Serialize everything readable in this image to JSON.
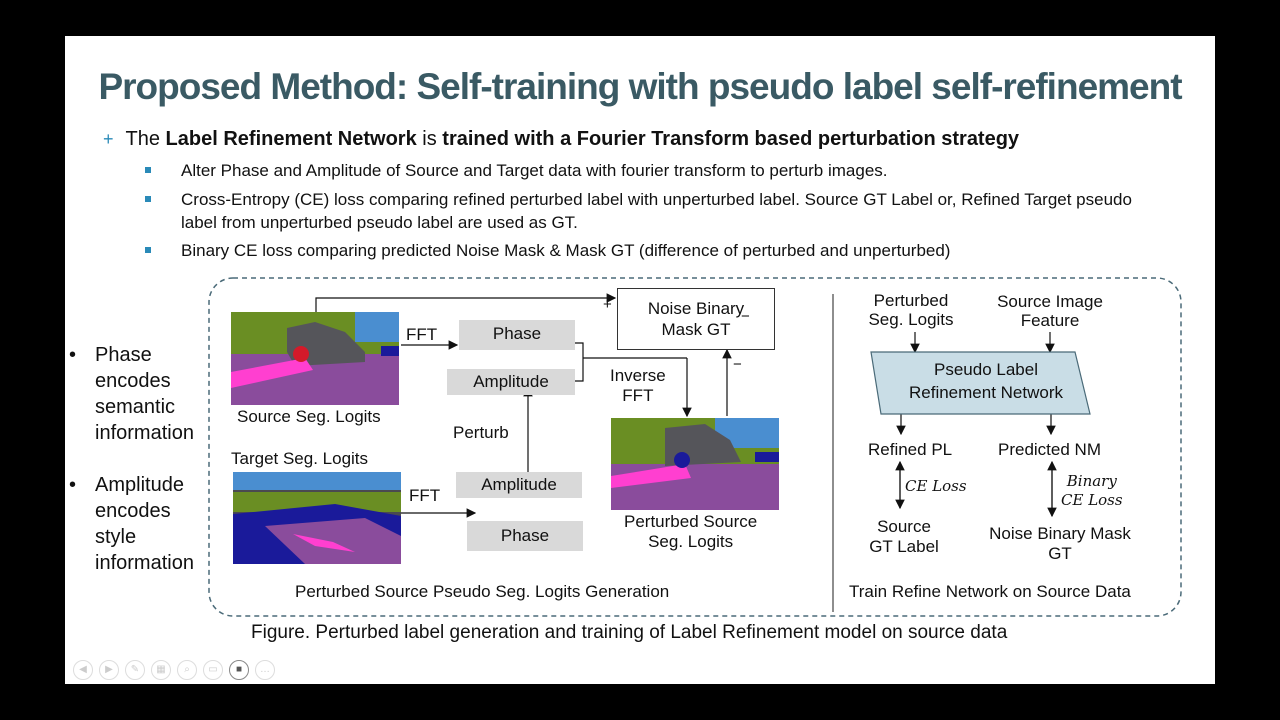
{
  "title": "Proposed Method: Self-training with pseudo label self-refinement",
  "main_bullet": {
    "prefix": "The ",
    "bold1": "Label Refinement Network",
    "middle": " is ",
    "bold2": "trained with a Fourier Transform based perturbation strategy"
  },
  "sub_bullets": [
    "Alter Phase and Amplitude of Source and Target data with fourier transform to perturb images.",
    "Cross-Entropy (CE) loss comparing refined perturbed label with unperturbed label. Source GT Label or, Refined Target pseudo label from unperturbed pseudo label are used as GT.",
    "Binary CE loss comparing predicted Noise Mask & Mask GT (difference of perturbed and unperturbed)"
  ],
  "side_bullets": [
    [
      "Phase",
      "encodes",
      "semantic",
      "information"
    ],
    [
      "Amplitude",
      "encodes",
      "style",
      "information"
    ]
  ],
  "diagram": {
    "source_seg_logits": "Source Seg. Logits",
    "target_seg_logits": "Target Seg. Logits",
    "fft_top": "FFT",
    "fft_bottom": "FFT",
    "phase_top": "Phase",
    "amplitude_top": "Amplitude",
    "perturb": "Perturb",
    "amplitude_bottom": "Amplitude",
    "phase_bottom": "Phase",
    "noise_mask_gt_line1": "Noise Binary",
    "noise_mask_gt_line2": "Mask GT",
    "plus_sign": "+",
    "minus_sign": "−",
    "inverse_fft_line1": "Inverse",
    "inverse_fft_line2": "FFT",
    "perturbed_source_line1": "Perturbed Source",
    "perturbed_source_line2": "Seg. Logits",
    "left_caption": "Perturbed Source Pseudo Seg. Logits Generation",
    "perturbed_seg_logits_line1": "Perturbed",
    "perturbed_seg_logits_line2": "Seg. Logits",
    "source_image_feature_line1": "Source Image",
    "source_image_feature_line2": "Feature",
    "refine_net_line1": "Pseudo Label",
    "refine_net_line2": "Refinement Network",
    "refined_pl": "Refined PL",
    "predicted_nm": "Predicted NM",
    "ce_loss": "CE Loss",
    "binary_ce_loss_line1": "Binary",
    "binary_ce_loss_line2": "CE Loss",
    "source_gt_line1": "Source",
    "source_gt_line2": "GT Label",
    "noise_binary_mask_line1": "Noise Binary Mask",
    "noise_binary_mask_line2": "GT",
    "right_caption": "Train Refine Network on Source Data"
  },
  "figure_caption": "Figure. Perturbed label generation and training of Label Refinement model on source data",
  "colors": {
    "title": "#3a5a64",
    "bullet_accent": "#2a8ab8",
    "network_fill": "#c9dde6",
    "seg_purple": "#8a4c9c",
    "seg_green": "#6a8e23",
    "seg_magenta": "#ff3fd0",
    "seg_blue": "#1a1a9a",
    "seg_sky": "#4a8ed0"
  },
  "toolbar_icons": [
    "prev-icon",
    "next-icon",
    "pen-icon",
    "slides-icon",
    "zoom-icon",
    "subtitles-icon",
    "camera-icon",
    "more-icon"
  ]
}
